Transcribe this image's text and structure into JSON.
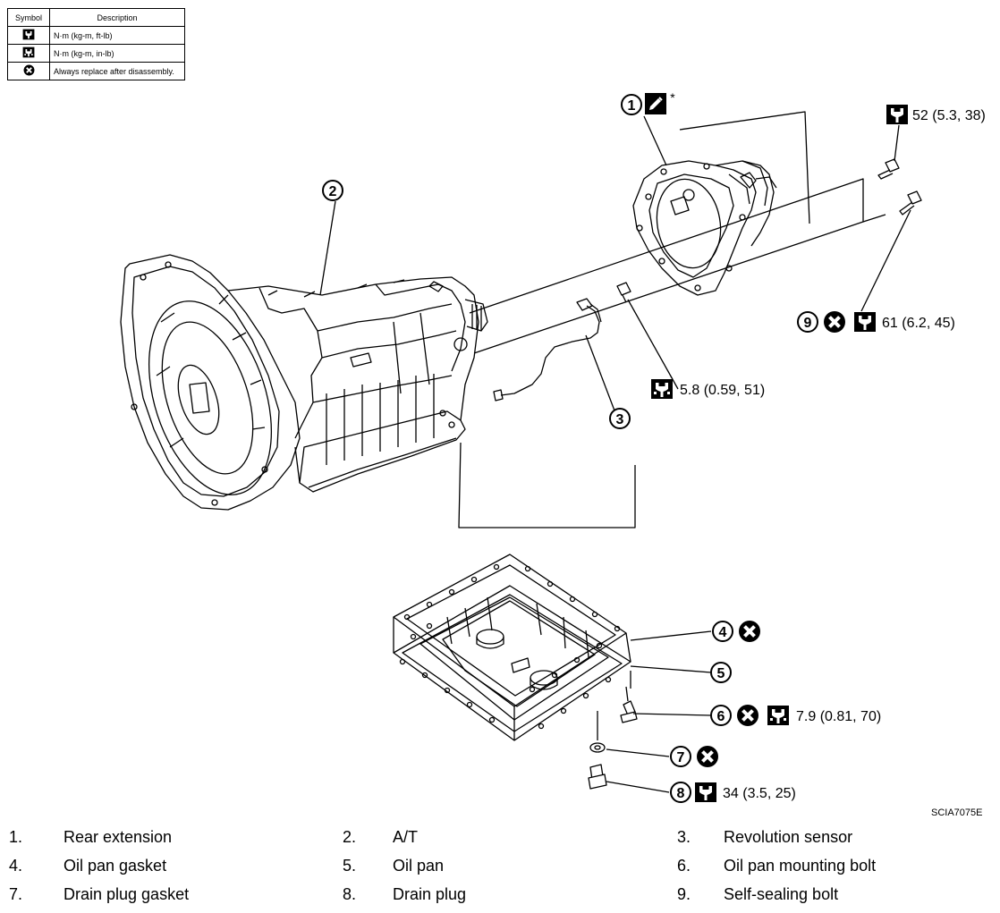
{
  "legend": {
    "header_symbol": "Symbol",
    "header_description": "Description",
    "rows": [
      {
        "icon": "torque-wrench-icon",
        "description": "N·m (kg-m, ft-lb)"
      },
      {
        "icon": "torque-wrench-small-icon",
        "description": "N·m (kg-m, in-lb)"
      },
      {
        "icon": "replace-after-disassembly-icon",
        "description": "Always replace after disassembly."
      }
    ]
  },
  "callouts": {
    "c1": {
      "number": "1",
      "star": "*"
    },
    "c2": {
      "number": "2"
    },
    "c3": {
      "number": "3"
    },
    "c4": {
      "number": "4"
    },
    "c5": {
      "number": "5"
    },
    "c6": {
      "number": "6",
      "torque": "7.9 (0.81, 70)"
    },
    "c7": {
      "number": "7"
    },
    "c8": {
      "number": "8",
      "torque": "34 (3.5, 25)"
    },
    "c9": {
      "number": "9",
      "torque": "61 (6.2, 45)"
    },
    "bolt_top": {
      "torque": "52 (5.3, 38)"
    },
    "sensor_bolt": {
      "torque": "5.8 (0.59, 51)"
    }
  },
  "reference_code": "SCIA7075E",
  "parts": [
    {
      "num": "1.",
      "name": "Rear extension"
    },
    {
      "num": "2.",
      "name": "A/T"
    },
    {
      "num": "3.",
      "name": "Revolution sensor"
    },
    {
      "num": "4.",
      "name": "Oil pan gasket"
    },
    {
      "num": "5.",
      "name": "Oil pan"
    },
    {
      "num": "6.",
      "name": "Oil pan mounting bolt"
    },
    {
      "num": "7.",
      "name": "Drain plug gasket"
    },
    {
      "num": "8.",
      "name": "Drain plug"
    },
    {
      "num": "9.",
      "name": "Self-sealing bolt"
    }
  ]
}
